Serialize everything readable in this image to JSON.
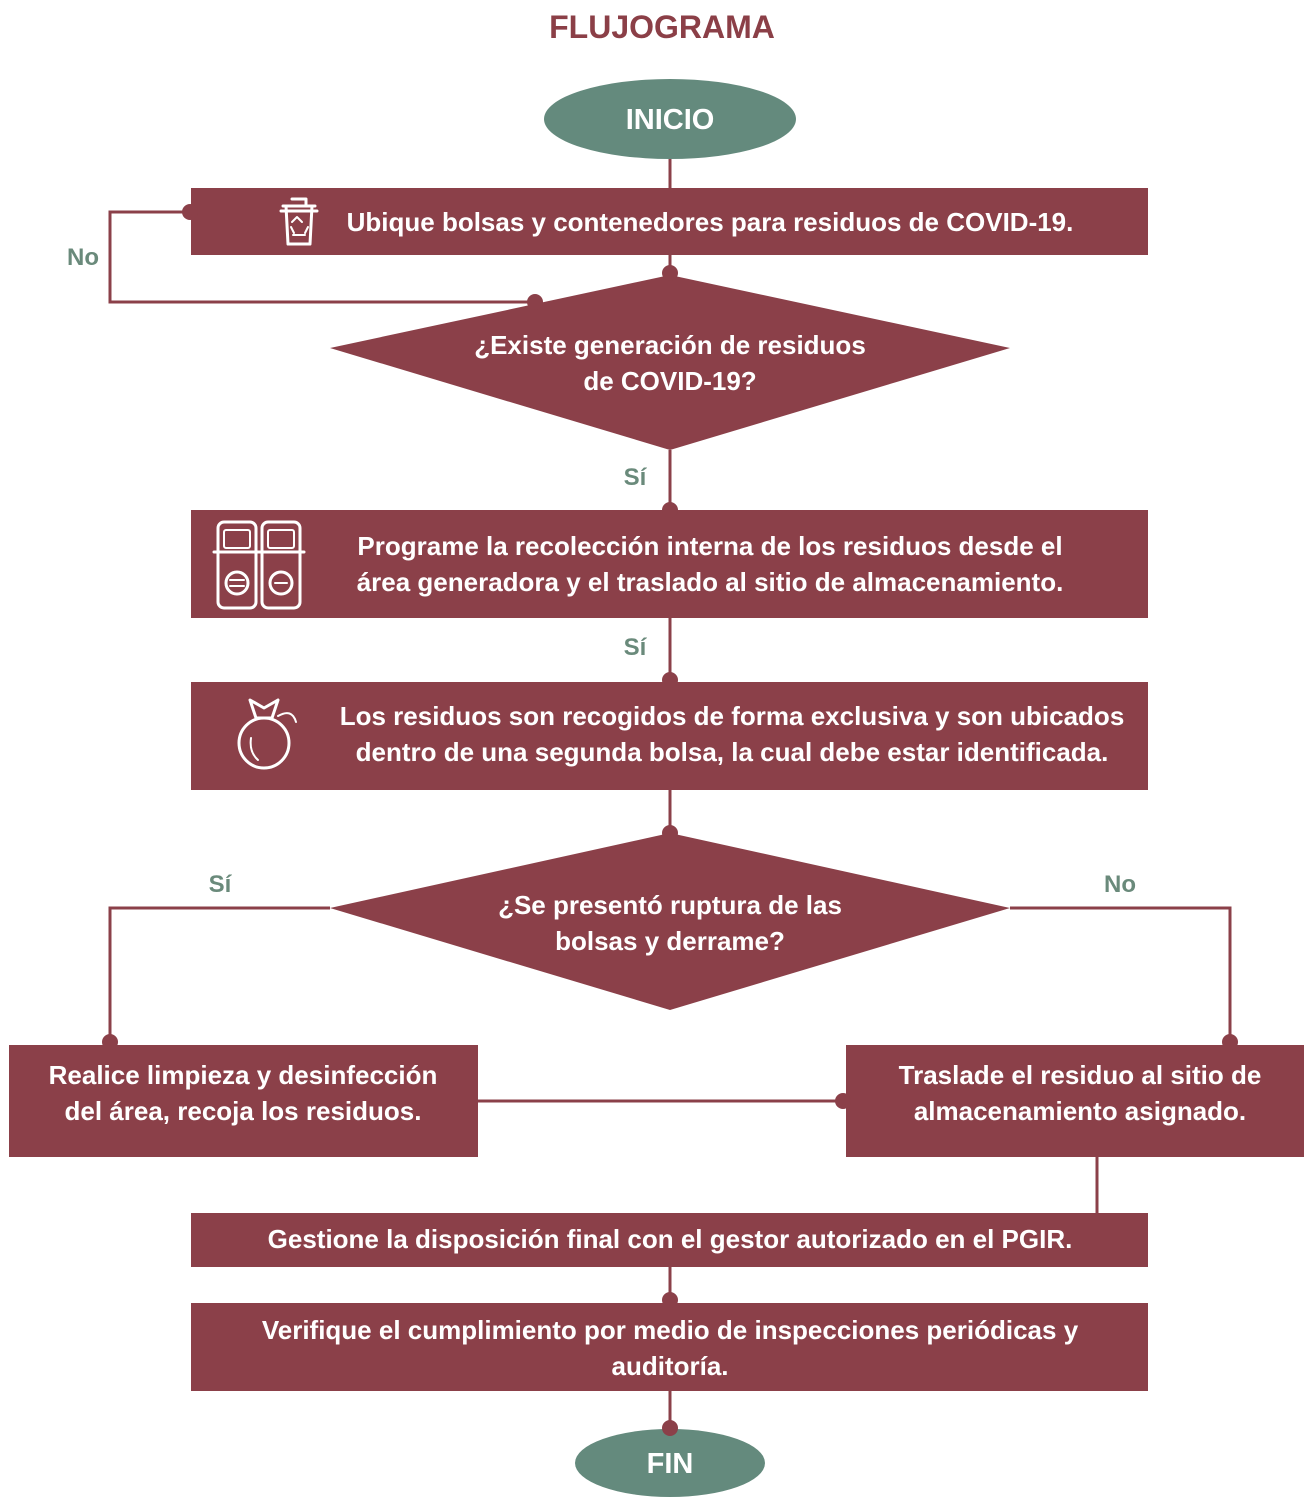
{
  "title": "FLUJOGRAMA",
  "colors": {
    "box": "#8b4049",
    "terminal": "#648a7d",
    "title": "#8b3f47",
    "branch_label": "#6a8a7b",
    "text_on_box": "#ffffff"
  },
  "nodes": {
    "start": "INICIO",
    "step1": [
      "Ubique bolsas y contenedores para residuos de COVID-19."
    ],
    "decision1": [
      "¿Existe generación de residuos",
      "de COVID-19?"
    ],
    "step2": [
      "Programe la recolección interna de los residuos desde el",
      "área generadora y el traslado al sitio de almacenamiento."
    ],
    "step3": [
      "Los residuos son recogidos de forma exclusiva y son ubicados",
      "dentro de una segunda bolsa, la cual debe estar identificada."
    ],
    "decision2": [
      "¿Se presentó ruptura de las",
      "bolsas y derrame?"
    ],
    "step_left": [
      "Realice limpieza y desinfección",
      "del área, recoja los residuos."
    ],
    "step_right": [
      "Traslade el residuo al sitio de",
      "almacenamiento asignado."
    ],
    "step5": [
      "Gestione la disposición final con el gestor autorizado en el PGIR."
    ],
    "step6": [
      "Verifique el cumplimiento por medio de inspecciones periódicas y",
      "auditoría."
    ],
    "end": "FIN"
  },
  "branch_labels": {
    "d1_no": "No",
    "d1_yes": "Sí",
    "step2_yes": "Sí",
    "d2_yes": "Sí",
    "d2_no": "No"
  },
  "icons": {
    "step1": "recycle-bin-icon",
    "step2": "twin-trash-bins-icon",
    "step3": "tied-bag-icon"
  }
}
